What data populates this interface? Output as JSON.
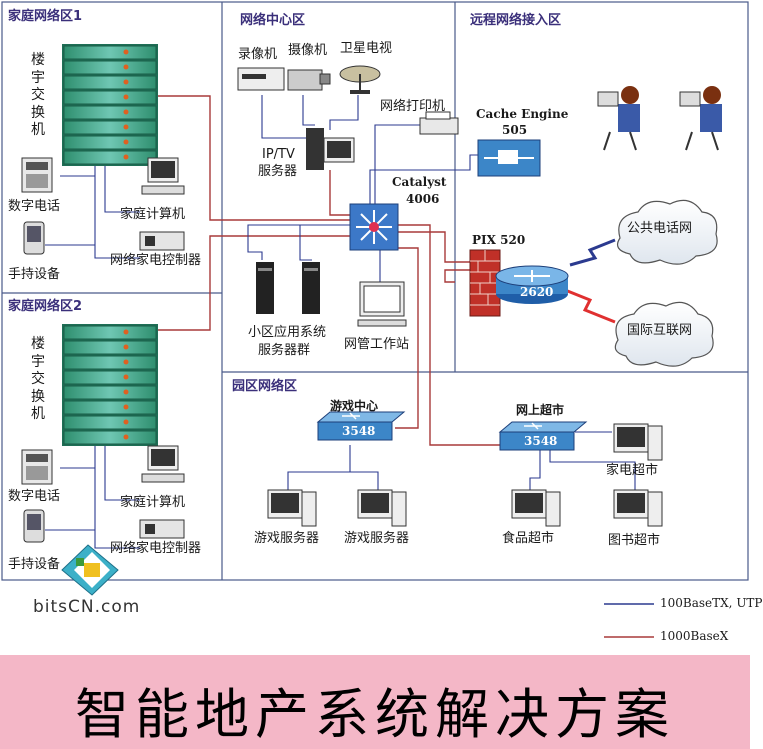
{
  "zones": {
    "home1": "家庭网络区1",
    "home2": "家庭网络区2",
    "center": "网络中心区",
    "remote": "远程网络接入区",
    "campus": "园区网络区"
  },
  "home1": {
    "switch_label": "楼宇交换机",
    "phone": "数字电话",
    "handheld": "手持设备",
    "pc": "家庭计算机",
    "controller": "网络家电控制器"
  },
  "home2": {
    "switch_label": "楼宇交换机",
    "phone": "数字电话",
    "handheld": "手持设备",
    "pc": "家庭计算机",
    "controller": "网络家电控制器"
  },
  "center": {
    "vcr": "录像机",
    "camera": "摄像机",
    "satellite": "卫星电视",
    "printer": "网络打印机",
    "iptv_line1": "IP/TV",
    "iptv_line2": "服务器",
    "catalyst_line1": "Catalyst",
    "catalyst_line2": "4006",
    "community_line1": "小区应用系统",
    "community_line2": "服务器群",
    "workstation": "网管工作站"
  },
  "remote": {
    "cache_line1": "Cache Engine",
    "cache_line2": "505",
    "pix": "PIX 520",
    "router": "2620",
    "pstn": "公共电话网",
    "internet": "国际互联网"
  },
  "campus": {
    "switch_left_title": "游戏中心",
    "switch_right_title": "网上超市",
    "switch_model": "3548",
    "game_server_1": "游戏服务器",
    "game_server_2": "游戏服务器",
    "appliance_market": "家电超市",
    "food_market": "食品超市",
    "book_market": "图书超市"
  },
  "legend": {
    "line1": "100BaseTX, UTP",
    "line2": "1000BaseX",
    "color1": "#2b3a8f",
    "color2": "#a83a3a"
  },
  "logo": "bitsCN.com",
  "banner": "智能地产系统解决方案",
  "colors": {
    "frame": "#4a5a8a",
    "zone_title": "#3a2f7a",
    "banner_bg": "#f4b7c7",
    "utp": "#2b3a8f",
    "fiber": "#a83a3a",
    "switch_green": "#2f8f6f"
  }
}
